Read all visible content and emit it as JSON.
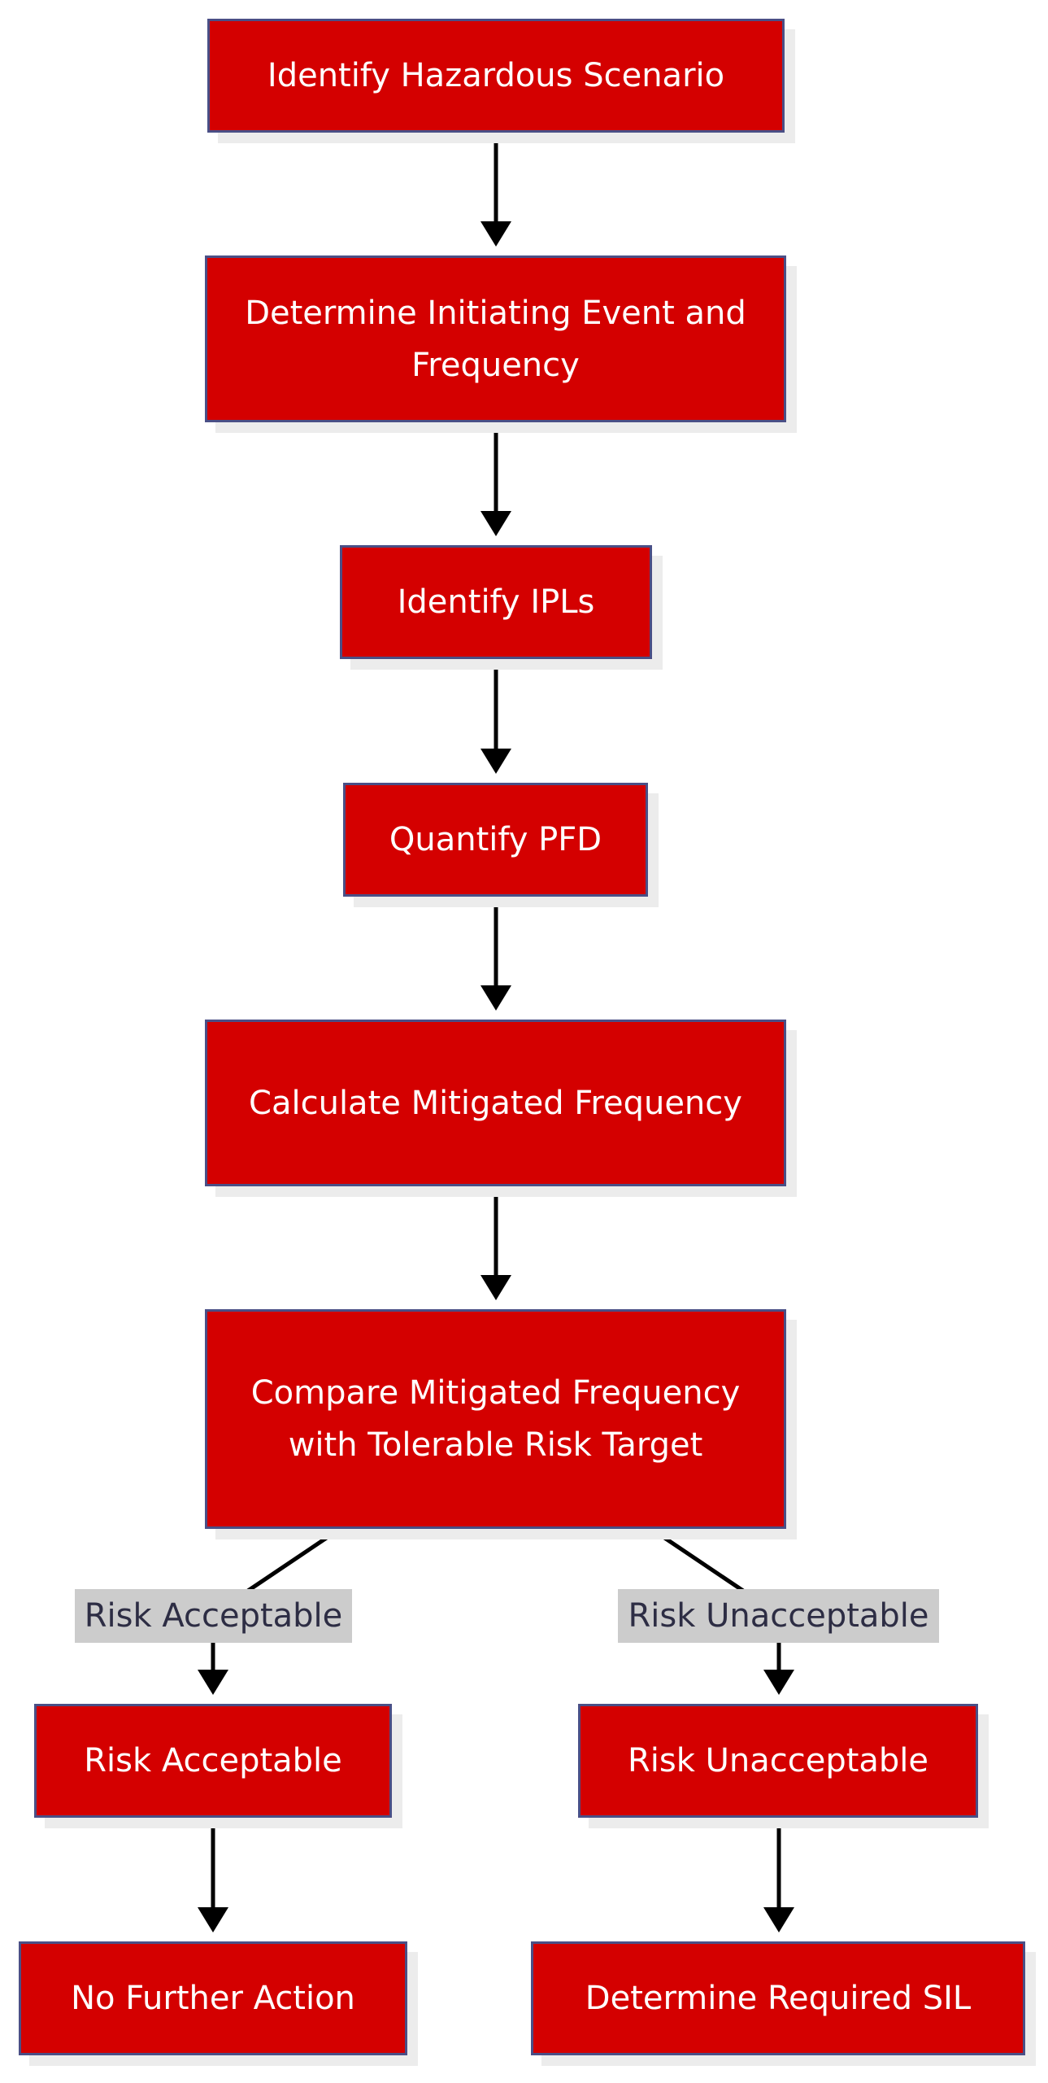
{
  "colors": {
    "node_fill": "#d40000",
    "node_border": "#4a4f86",
    "node_text": "#ffffff",
    "node_shadow": "#ececec",
    "edge": "#000000",
    "edge_label_bg": "#cccccc",
    "edge_label_text": "#2d2d44"
  },
  "nodes": {
    "identify_hazardous_scenario": "Identify Hazardous Scenario",
    "determine_initiating_event": "Determine Initiating Event and Frequency",
    "identify_ipls": "Identify IPLs",
    "quantify_pfd": "Quantify PFD",
    "calculate_mitigated_frequency": "Calculate Mitigated Frequency",
    "compare_mitigated_frequency": "Compare Mitigated Frequency with Tolerable Risk Target",
    "risk_acceptable": "Risk Acceptable",
    "risk_unacceptable": "Risk Unacceptable",
    "no_further_action": "No Further Action",
    "determine_required_sil": "Determine Required SIL"
  },
  "edge_labels": {
    "acceptable": "Risk Acceptable",
    "unacceptable": "Risk Unacceptable"
  }
}
